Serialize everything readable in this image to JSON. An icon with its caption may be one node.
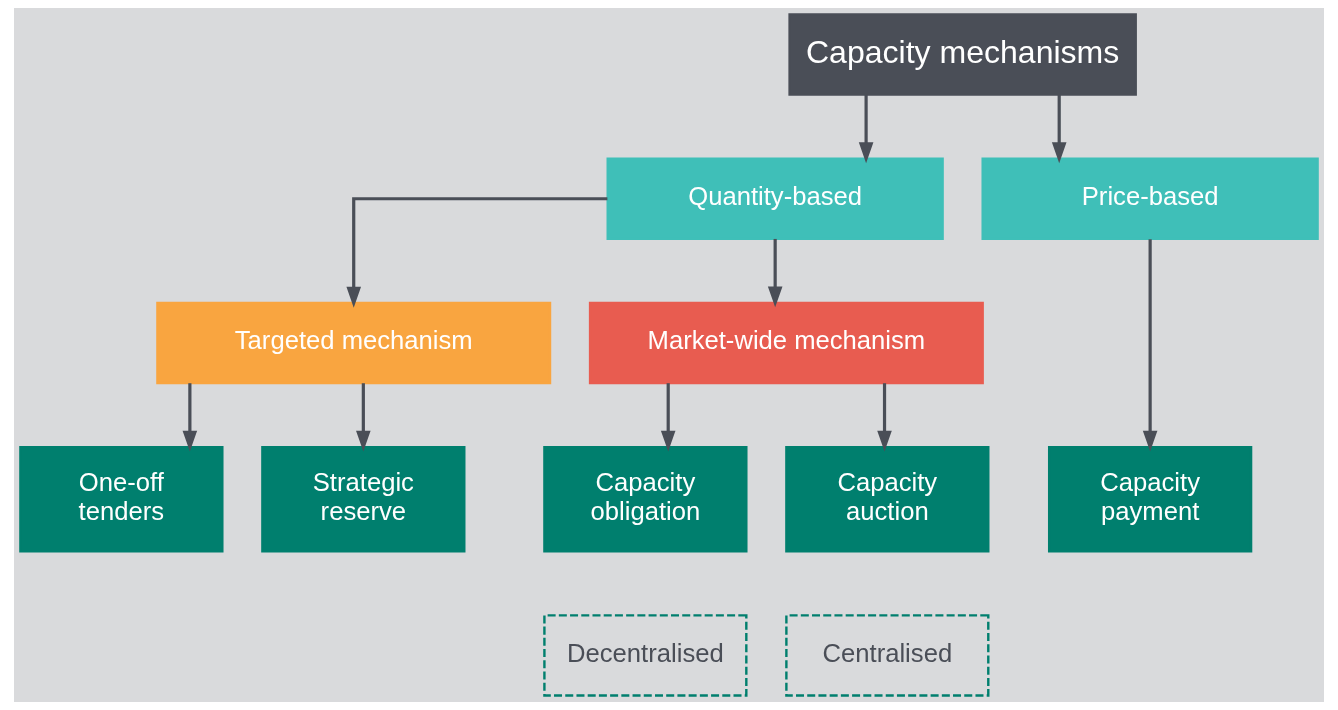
{
  "diagram": {
    "nodes": [
      {
        "text": [
          "Capacity mechanisms"
        ]
      },
      {
        "text": [
          "Quantity-based"
        ]
      },
      {
        "text": [
          "Price-based"
        ]
      },
      {
        "text": [
          "Targeted mechanism"
        ]
      },
      {
        "text": [
          "Market-wide mechanism"
        ]
      },
      {
        "text": [
          "One-off tenders"
        ]
      },
      {
        "text": [
          "Strategic reserve"
        ]
      },
      {
        "text": [
          "Capacity obligation"
        ]
      },
      {
        "text": [
          "Capacity auction"
        ]
      },
      {
        "text": [
          "Decentralised"
        ]
      },
      {
        "text": [
          "Centralised"
        ]
      },
      {
        "text": [
          "Capacity payment"
        ]
      }
    ],
    "edges": [
      {
        "from": 0,
        "to": 1,
        "arrow": "to"
      },
      {
        "from": 0,
        "to": 2,
        "arrow": "to"
      },
      {
        "from": 1,
        "to": 3,
        "arrow": "to"
      },
      {
        "from": 1,
        "to": 4,
        "arrow": "to"
      },
      {
        "from": 3,
        "to": 5,
        "arrow": "to"
      },
      {
        "from": 3,
        "to": 6,
        "arrow": "to"
      },
      {
        "from": 4,
        "to": 7,
        "arrow": "to"
      },
      {
        "from": 4,
        "to": 8,
        "arrow": "to"
      },
      {
        "from": 2,
        "to": 11,
        "arrow": "to"
      }
    ]
  }
}
